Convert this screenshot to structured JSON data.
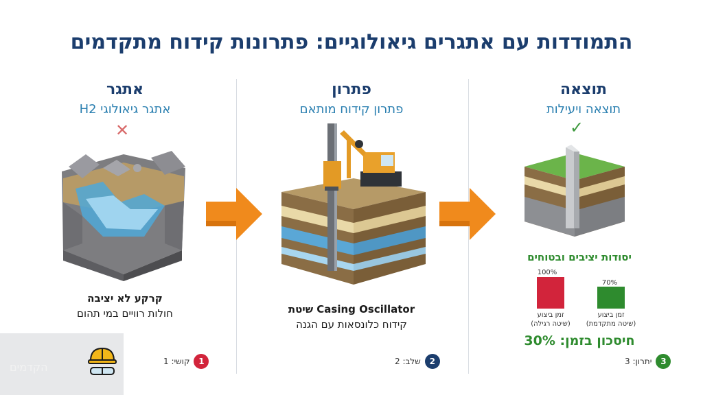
{
  "title": "התמודדות עם אתגרים גיאולוגיים: פתרונות קידוח מתקדמים",
  "columns": [
    {
      "heading": "אתגר",
      "subheading": "אתגר גיאולוגי H2",
      "mark": "✕",
      "caption_bold": "קרקע לא יציבה",
      "caption_regular": "חולות רוויים במי תהום",
      "badge_number": "1",
      "badge_label": "קושי: 1",
      "badge_color": "#d2243b",
      "mark_color": "#d86a6a"
    },
    {
      "heading": "פתרון",
      "subheading": "פתרון קידוח מותאם",
      "caption_bold": "Casing Oscillator שיטת",
      "caption_regular": "קידוח כלונסאות עם הגנה",
      "badge_number": "2",
      "badge_label": "שלב: 2",
      "badge_color": "#1b3d6d"
    },
    {
      "heading": "תוצאה",
      "subheading": "תוצאה ויעילות",
      "mark": "✓",
      "mark_color": "#3f9a3f",
      "badge_number": "3",
      "badge_label": "יתרון: 3",
      "badge_color": "#2e8b2e"
    }
  ],
  "result": {
    "title": "יסודות יציבים ובטוחים",
    "bars": [
      {
        "pct_label": "100%",
        "value": 100,
        "label_line1": "זמן ביצוע",
        "label_line2": "(שיטה רגילה)",
        "color": "#d2243b"
      },
      {
        "pct_label": "70%",
        "value": 70,
        "label_line1": "זמן ביצוע",
        "label_line2": "(שיטה מתקדמת)",
        "color": "#2e8b2e"
      }
    ],
    "saving": "חיסכון בזמן: 30%"
  },
  "colors": {
    "arrow": "#f08a1c",
    "title": "#1b3d6d",
    "subtitle": "#2a7fb0"
  },
  "watermark": {
    "text": "הקדמים",
    "icon": "hardhat-goggles-icon"
  }
}
